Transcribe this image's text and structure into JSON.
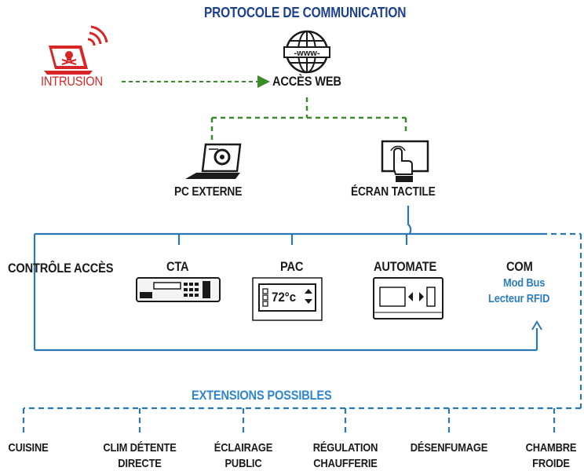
{
  "colors": {
    "title_blue": "#1d3f8f",
    "green_link": "#3c8b2a",
    "blue_line": "#2b78b5",
    "red_intrusion": "#d82626",
    "dark_text": "#1a1a1a",
    "com_blue": "#2e7dbf"
  },
  "header": {
    "title": "PROTOCOLE DE COMMUNICATION"
  },
  "top_nodes": {
    "intrusion": {
      "label": "INTRUSION",
      "icon": "hacker-laptop-icon"
    },
    "web": {
      "label": "ACCÈS WEB",
      "icon": "globe-www-icon"
    },
    "pc": {
      "label": "PC EXTERNE",
      "icon": "laptop-icon"
    },
    "touch": {
      "label": "ÉCRAN TACTILE",
      "icon": "touchscreen-icon"
    }
  },
  "bus_devices": {
    "access": {
      "label": "CONTRÔLE ACCÈS"
    },
    "cta": {
      "label": "CTA",
      "icon": "air-handler-unit-icon"
    },
    "pac": {
      "label": "PAC",
      "icon": "thermostat-icon",
      "display": "72°c"
    },
    "automate": {
      "label": "AUTOMATE",
      "icon": "plc-controller-icon"
    },
    "com": {
      "label": "COM",
      "line1": "Mod Bus",
      "line2": "Lecteur RFID"
    }
  },
  "extensions": {
    "title": "EXTENSIONS POSSIBLES",
    "items": [
      {
        "line1": "CUISINE",
        "line2": ""
      },
      {
        "line1": "CLIM DÉTENTE",
        "line2": "DIRECTE"
      },
      {
        "line1": "ÉCLAIRAGE",
        "line2": "PUBLIC"
      },
      {
        "line1": "RÉGULATION",
        "line2": "CHAUFFERIE"
      },
      {
        "line1": "DÉSENFUMAGE",
        "line2": ""
      },
      {
        "line1": "CHAMBRE",
        "line2": "FROIDE"
      }
    ]
  }
}
